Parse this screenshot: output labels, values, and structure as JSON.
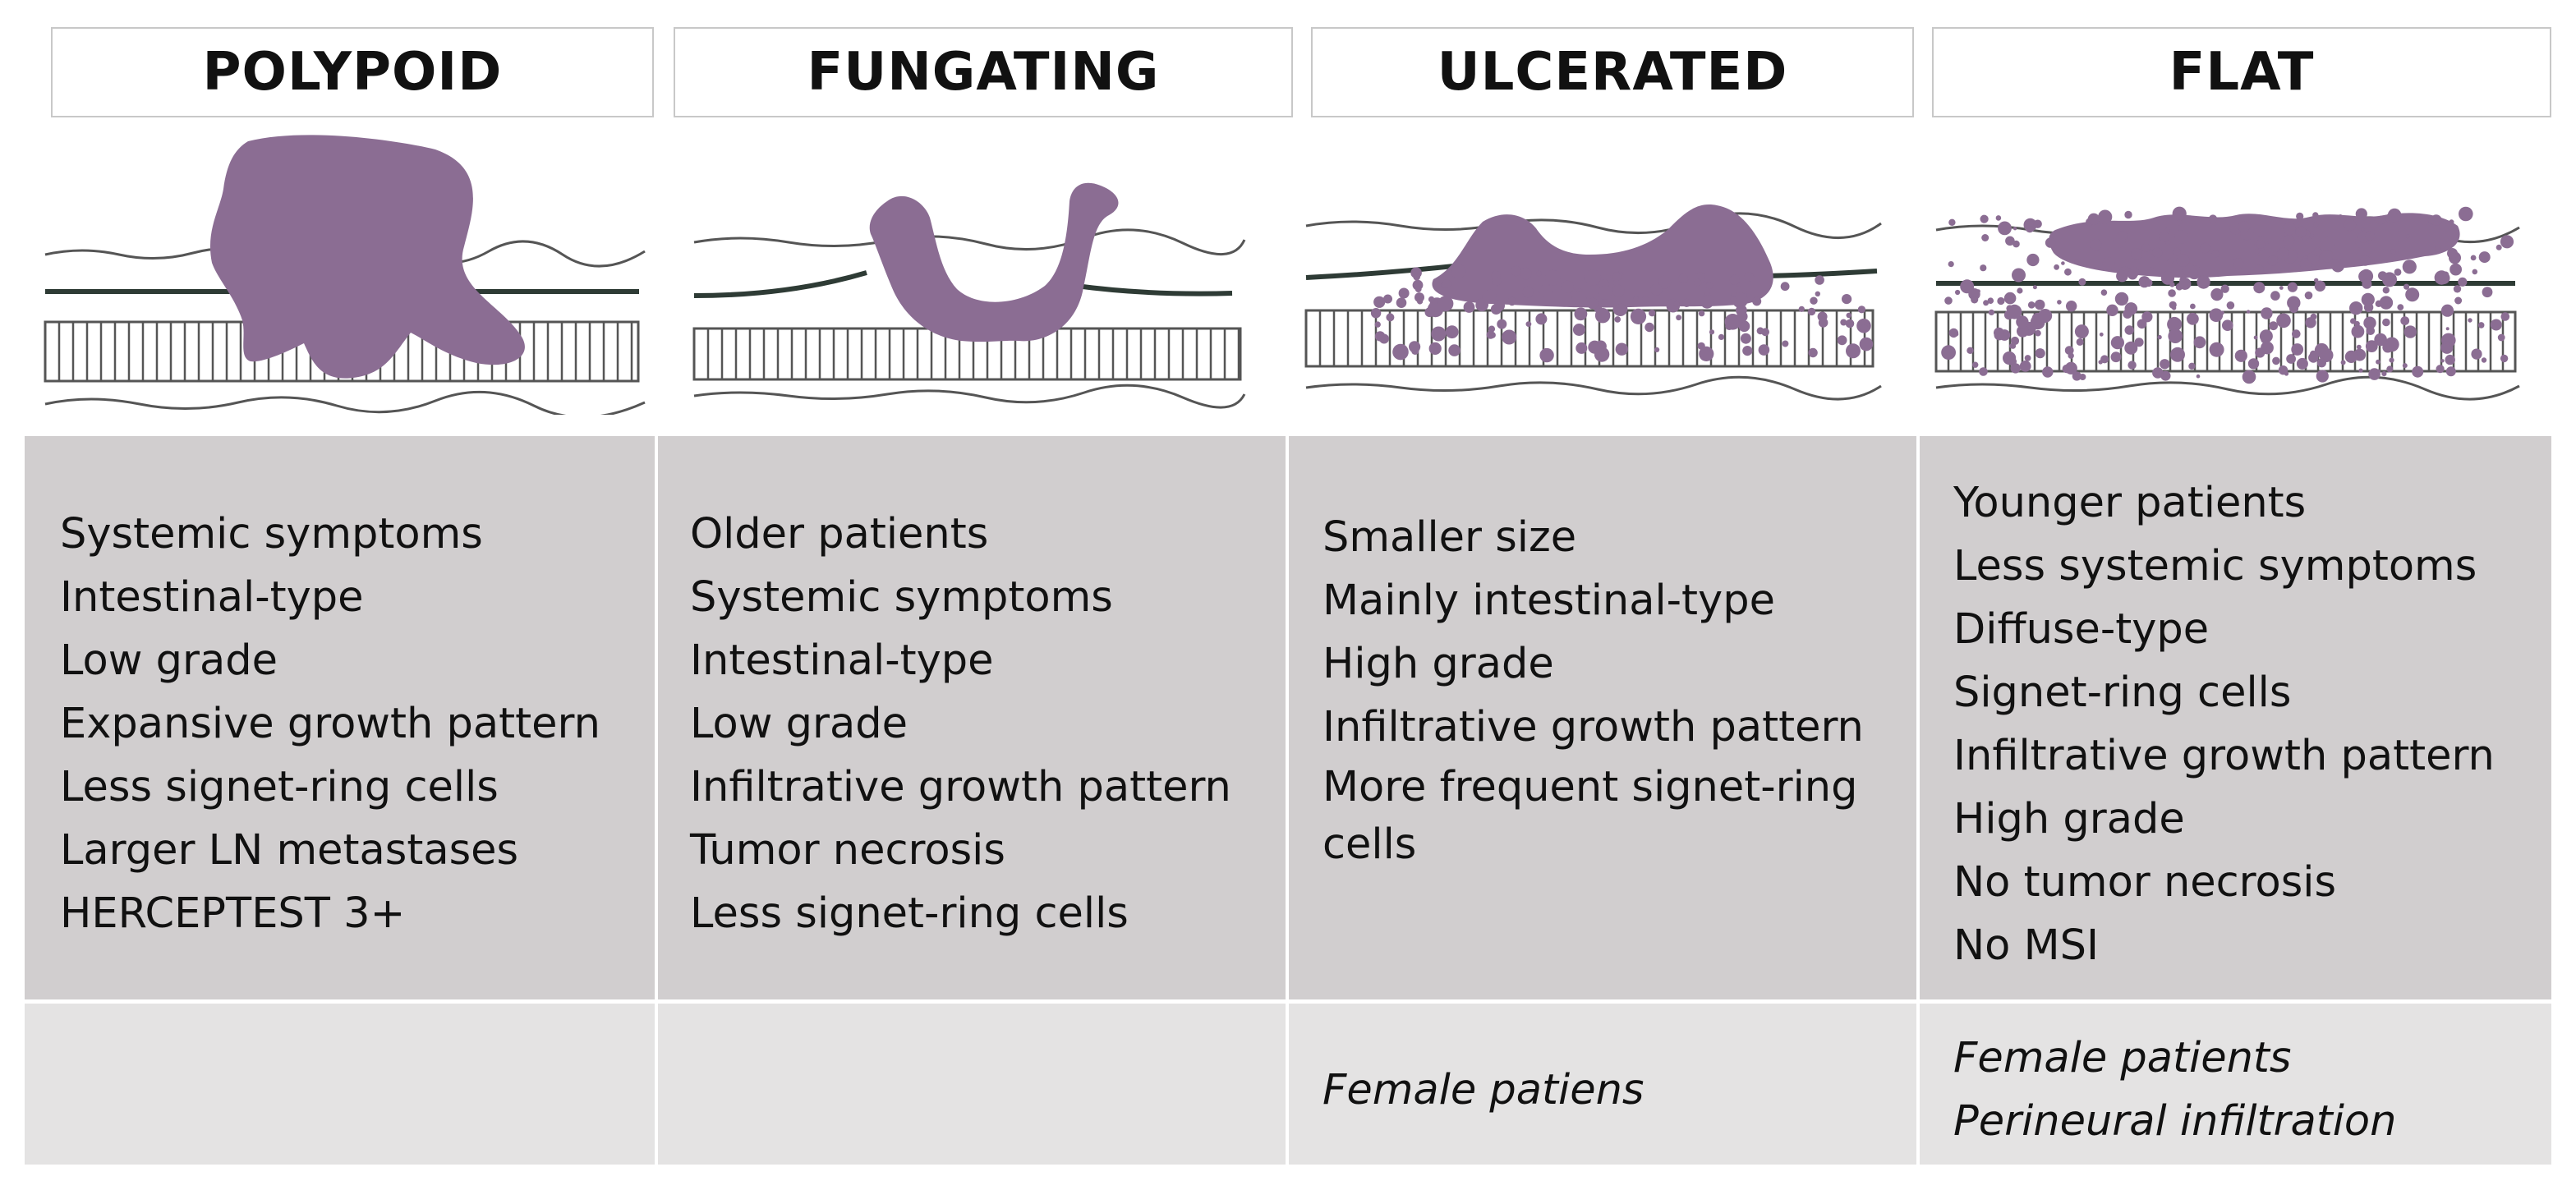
{
  "columns": [
    {
      "id": "polypoid",
      "title": "POLYPOID",
      "features": [
        "Systemic symptoms",
        "Intestinal-type",
        "Low grade",
        "Expansive growth pattern",
        "Less signet-ring cells",
        "Larger LN metastases",
        "HERCEPTEST 3+"
      ],
      "extra": []
    },
    {
      "id": "fungating",
      "title": "FUNGATING",
      "features": [
        "Older patients",
        "Systemic symptoms",
        "Intestinal-type",
        "Low grade",
        "Infiltrative growth pattern",
        "Tumor necrosis",
        "Less signet-ring cells"
      ],
      "extra": []
    },
    {
      "id": "ulcerated",
      "title": "ULCERATED",
      "features": [
        "Smaller size",
        "Mainly intestinal-type",
        "High grade",
        "Infiltrative growth pattern",
        "More frequent signet-ring cells"
      ],
      "extra": [
        "Female patiens"
      ]
    },
    {
      "id": "flat",
      "title": "FLAT",
      "features": [
        "Younger patients",
        "Less systemic symptoms",
        "Diffuse-type",
        "Signet-ring cells",
        "Infiltrative growth pattern",
        "High grade",
        "No tumor necrosis",
        "No MSI"
      ],
      "extra": [
        "Female patients",
        "Perineural infiltration"
      ]
    }
  ],
  "colors": {
    "tumor": "#8b6d93",
    "feature_bg": "#d1cecf",
    "extra_bg": "#e4e3e3",
    "line": "#2e3b35"
  }
}
